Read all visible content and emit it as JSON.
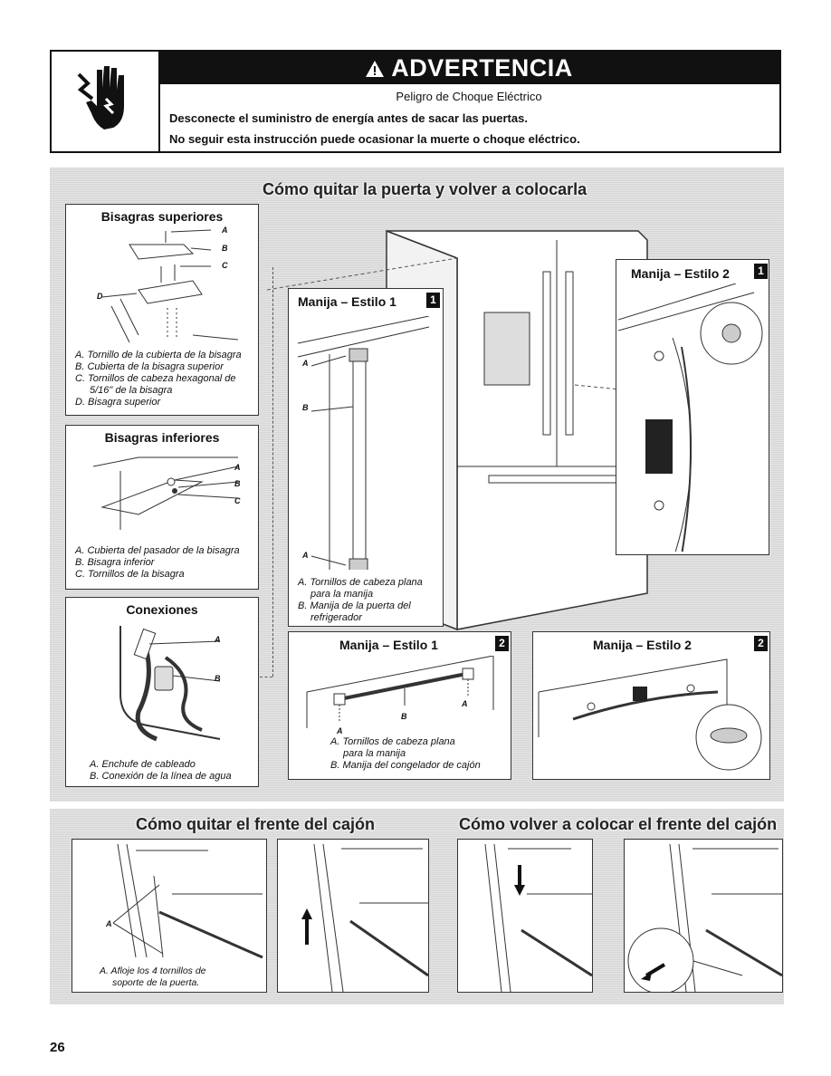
{
  "warning": {
    "title": "ADVERTENCIA",
    "subtitle": "Peligro de Choque Eléctrico",
    "line1": "Desconecte el suministro de energía antes de sacar las puertas.",
    "line2": "No seguir esta instrucción puede ocasionar la muerte o choque eléctrico."
  },
  "section1_title": "Cómo quitar la puerta y volver a colocarla",
  "hinges_top": {
    "title": "Bisagras superiores",
    "labels": [
      "A",
      "B",
      "C",
      "D"
    ],
    "captions": [
      "A. Tornillo de la cubierta de la bisagra",
      "B. Cubierta de la bisagra superior",
      "C. Tornillos de cabeza hexagonal de",
      "5/16\" de la bisagra",
      "D. Bisagra superior"
    ]
  },
  "hinges_bottom": {
    "title": "Bisagras inferiores",
    "labels": [
      "A",
      "B",
      "C"
    ],
    "captions": [
      "A. Cubierta del pasador de la bisagra",
      "B. Bisagra inferior",
      "C. Tornillos de la bisagra"
    ]
  },
  "connections": {
    "title": "Conexiones",
    "labels": [
      "A",
      "B"
    ],
    "captions": [
      "A. Enchufe de cableado",
      "B. Conexión de la línea de agua"
    ]
  },
  "handle1_door": {
    "title": "Manija – Estilo 1",
    "step": "1",
    "labels": [
      "A",
      "B",
      "A"
    ],
    "captions": [
      "A. Tornillos de cabeza plana",
      "para la manija",
      "B. Manija de la puerta del",
      "refrigerador"
    ]
  },
  "handle2_door": {
    "title": "Manija – Estilo 2",
    "step": "1"
  },
  "handle1_drawer": {
    "title": "Manija – Estilo 1",
    "step": "2",
    "labels": [
      "A",
      "B",
      "A"
    ],
    "captions": [
      "A. Tornillos de cabeza plana",
      "para la manija",
      "B. Manija del congelador de cajón"
    ]
  },
  "handle2_drawer": {
    "title": "Manija – Estilo 2",
    "step": "2"
  },
  "section2_title_left": "Cómo quitar el frente del cajón",
  "section2_title_right": "Cómo volver a colocar el frente del cajón",
  "drawer_remove": {
    "label": "A",
    "captions": [
      "A. Afloje los 4 tornillos de",
      "soporte de la puerta."
    ]
  },
  "page_number": "26",
  "icons": [
    "electric-shock-hand-icon",
    "warning-triangle-icon",
    "arrow-up-icon",
    "arrow-down-icon"
  ]
}
